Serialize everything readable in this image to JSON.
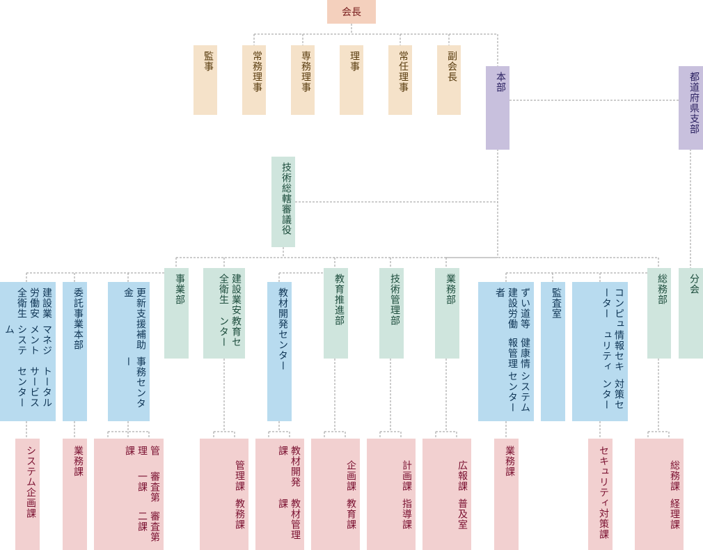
{
  "chairman": "会長",
  "officers": [
    "監事",
    "常務理事",
    "専務理事",
    "理事",
    "常任理事",
    "副会長"
  ],
  "headquarters": "本部",
  "prefecture_branch": "都道府県支部",
  "committee": "技術総轄審議役",
  "branch_office": "分会",
  "units": {
    "kensetsu_center": [
      "建設業労働安全衛生",
      "マネジメントシステム",
      "トータルサービスセンター"
    ],
    "itaku": "委託事業本部",
    "koshin": [
      "更新支援補助金",
      "事務センター"
    ],
    "jigyo": "事業部",
    "kyoiku_center": [
      "建設業安全衛生",
      "教育センター"
    ],
    "kyozai_center": "教材開発センター",
    "kyoiku_suishin": "教育推進部",
    "gijutsu_kanri": "技術管理部",
    "gyomu": "業務部",
    "zuido": [
      "ずい道等建設労働者",
      "健康情報管理",
      "システムセンター"
    ],
    "kansa": "監査室",
    "computer": [
      "コンピューター",
      "情報セキュリティ",
      "対策センター"
    ],
    "somu": "総務部"
  },
  "sections": {
    "system_kikaku": "システム企画課",
    "itaku_gyomu": "業務課",
    "koshin": [
      "管理課",
      "審査第一課",
      "審査第二課"
    ],
    "kyoiku_center": [
      "管理課",
      "教務課"
    ],
    "kyozai": [
      "教材開発課",
      "教材管理課"
    ],
    "kyoiku_suishin": [
      "企画課",
      "教育課"
    ],
    "gijutsu_kanri": [
      "計画課",
      "指導課"
    ],
    "gyomu": [
      "広報課",
      "普及室"
    ],
    "zuido_gyomu": "業務課",
    "security": "セキュリティ対策課",
    "somu": [
      "総務課",
      "経理課"
    ]
  }
}
